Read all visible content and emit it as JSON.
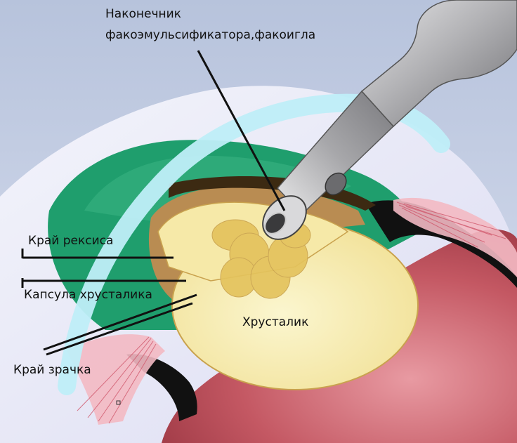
{
  "labels": {
    "tip_line1": "Наконечник",
    "tip_line2": "факоэмульсификатора,факоигла",
    "rhexis_edge": "Край рексиса",
    "lens_capsule": "Капсула хрусталика",
    "lens": "Хрусталик",
    "pupil_edge": "Край зрачка"
  },
  "colors": {
    "background_sky": "#c9d2e4",
    "cornea_light": "#eceff8",
    "iris_green": "#1f9e6d",
    "lens_yellow": "#f8efb0",
    "lens_edge": "#c9a24e",
    "capsule_brown": "#b98c52",
    "nucleus_fragments": "#e4c35d",
    "instrument_metal": "#a9a9ab",
    "sclera_red": "#b84a55",
    "cannula_light_blue": "#bfeef8"
  }
}
